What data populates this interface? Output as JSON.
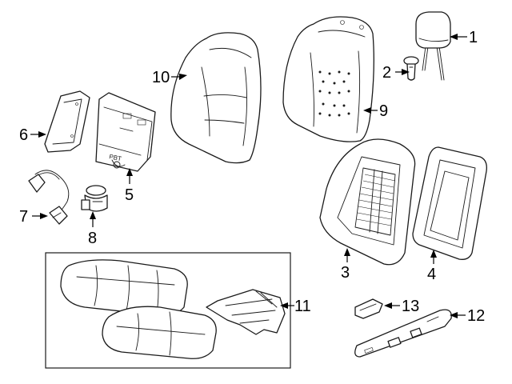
{
  "diagram": {
    "callouts": [
      {
        "id": "1",
        "label": "1"
      },
      {
        "id": "2",
        "label": "2"
      },
      {
        "id": "3",
        "label": "3"
      },
      {
        "id": "4",
        "label": "4"
      },
      {
        "id": "5",
        "label": "5"
      },
      {
        "id": "6",
        "label": "6"
      },
      {
        "id": "7",
        "label": "7"
      },
      {
        "id": "8",
        "label": "8"
      },
      {
        "id": "9",
        "label": "9"
      },
      {
        "id": "10",
        "label": "10"
      },
      {
        "id": "11",
        "label": "11"
      },
      {
        "id": "12",
        "label": "12"
      },
      {
        "id": "13",
        "label": "13"
      }
    ],
    "module_marking": "PBT"
  }
}
